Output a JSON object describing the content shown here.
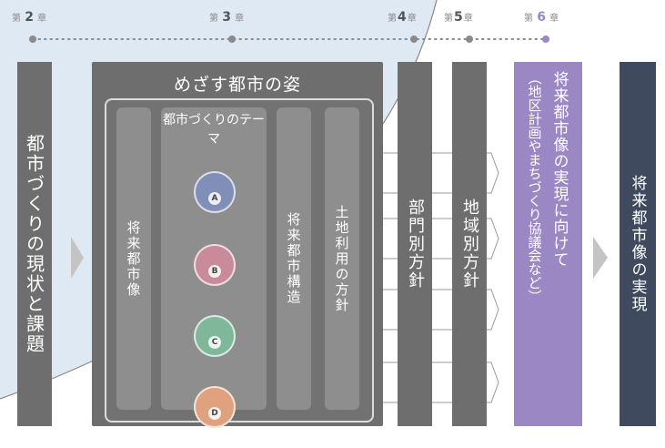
{
  "chapters": [
    {
      "prefix": "第",
      "num": "2",
      "suffix": "章"
    },
    {
      "prefix": "第",
      "num": "3",
      "suffix": "章"
    },
    {
      "prefix": "第",
      "num": "4",
      "suffix": "章"
    },
    {
      "prefix": "第",
      "num": "5",
      "suffix": "章"
    },
    {
      "prefix": "第",
      "num": "6",
      "suffix": "章"
    }
  ],
  "colors": {
    "column_gray": "#6e6e6e",
    "inner_gray": "#8e8e8e",
    "purple": "#9b87c4",
    "navy": "#3f4a5e",
    "arrow": "#c4c4c4",
    "bg_blue": "#dfe9f4"
  },
  "boxes": {
    "current_status": "都市づくりの現状と課題",
    "vision_title": "めざす都市の姿",
    "future_image": "将来都市像",
    "themes_title": "都市づくりのテーマ",
    "urban_structure": "将来都市構造",
    "land_use": "土地利用の方針",
    "sectoral": "部門別方針",
    "regional": "地域別方針",
    "realization_toward": "将来都市像の実現に向けて",
    "realization_sub": "（地区計画やまちづくり協議会など）",
    "realization": "将来都市像の実現"
  },
  "themes": [
    {
      "letter": "A",
      "icon": "airplane-icon",
      "color": "#7f8fb8"
    },
    {
      "letter": "B",
      "icon": "shops-icon",
      "color": "#c98a9a"
    },
    {
      "letter": "C",
      "icon": "leaf-icon",
      "color": "#7fb79a"
    },
    {
      "letter": "D",
      "icon": "house-hands-icon",
      "color": "#e0a27e"
    }
  ]
}
